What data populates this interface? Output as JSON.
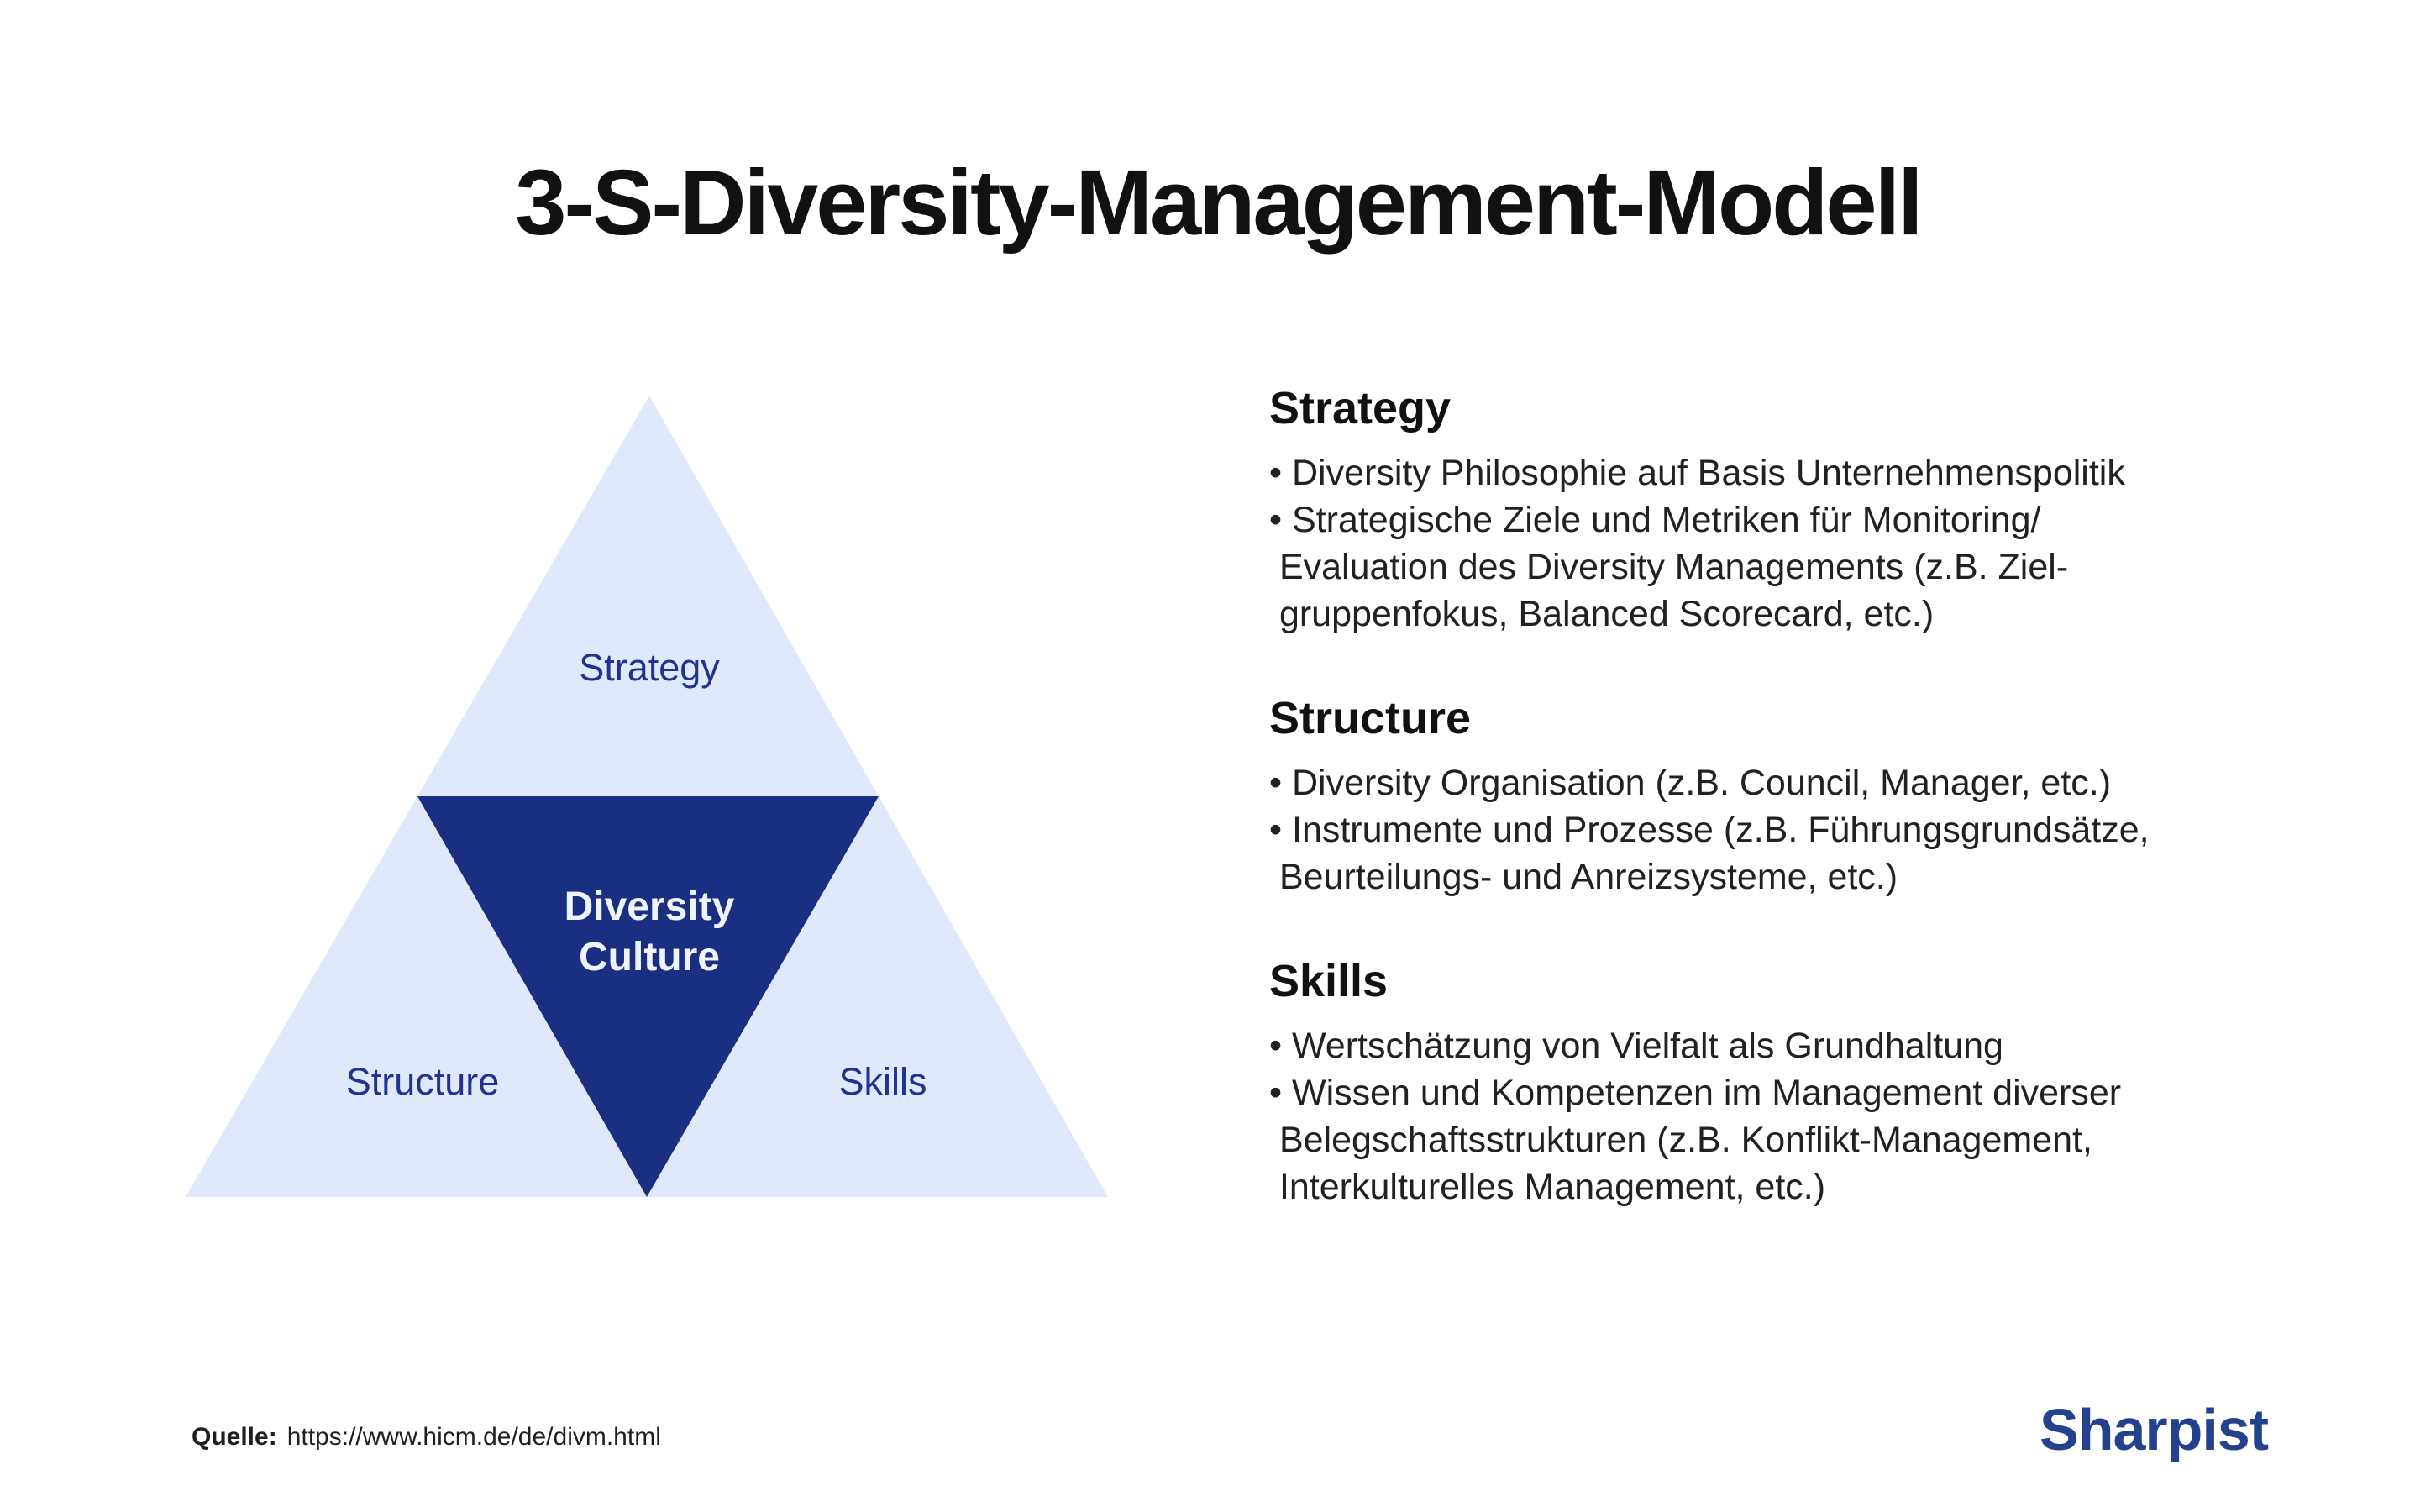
{
  "page": {
    "title": "3-S-Diversity-Management-Modell"
  },
  "diagram": {
    "type": "pyramid-triforce",
    "outer_labels": {
      "top": "Strategy",
      "bottom_left": "Structure",
      "bottom_right": "Skills"
    },
    "center_label": {
      "line1": "Diversity",
      "line2": "Culture"
    },
    "colors": {
      "outer_triangle": "#dfe9fb",
      "inner_triangle": "#1b2f82",
      "outer_label_text": "#1e3490",
      "center_label_text": "#eff3fc"
    }
  },
  "sections": [
    {
      "title": "Strategy",
      "bullets": [
        "• Diversity Philosophie auf Basis Unternehmenspolitik",
        "• Strategische Ziele und Metriken für Monitoring/\n Evaluation des Diversity Managements (z.B. Ziel-\n gruppenfokus, Balanced Scorecard, etc.)"
      ]
    },
    {
      "title": "Structure",
      "bullets": [
        "• Diversity Organisation (z.B. Council, Manager, etc.)",
        "• Instrumente und Prozesse (z.B. Führungsgrundsätze,\n Beurteilungs- und Anreizsysteme, etc.)"
      ]
    },
    {
      "title": "Skills",
      "bullets": [
        "• Wertschätzung von Vielfalt als Grundhaltung",
        "• Wissen und Kompetenzen im Management diverser\n Belegschaftsstrukturen (z.B. Konflikt-Management,\n Interkulturelles Management, etc.)"
      ]
    }
  ],
  "footer": {
    "source_label": "Quelle:",
    "source_url": "https://www.hicm.de/de/divm.html",
    "brand": "Sharpist",
    "brand_color": "#24418e"
  }
}
